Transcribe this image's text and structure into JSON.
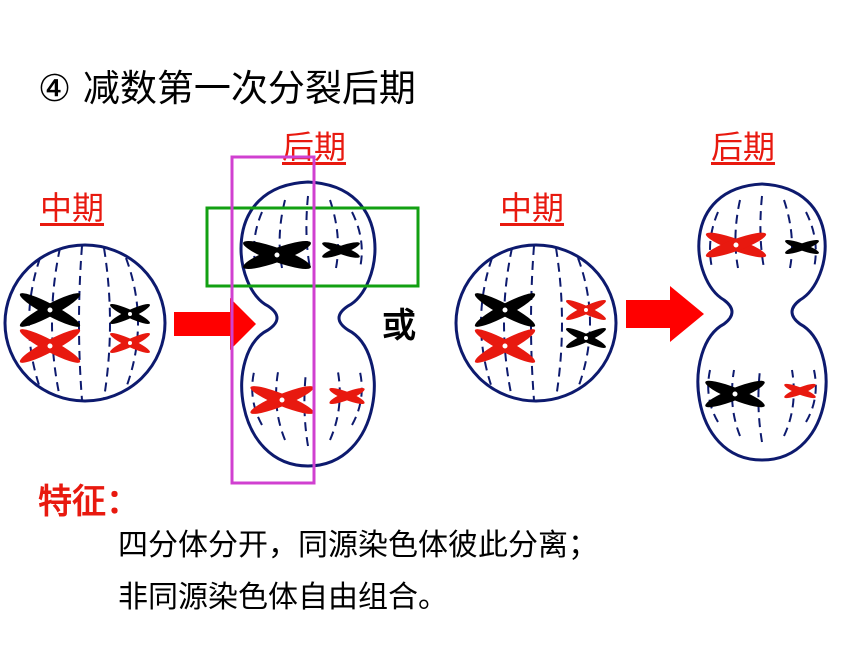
{
  "title": "④ 减数第一次分裂后期",
  "labels": {
    "metaphase_left": "中期",
    "anaphase_left": "后期",
    "metaphase_right": "中期",
    "anaphase_right": "后期",
    "or": "或"
  },
  "features": {
    "label": "特征：",
    "line1": "四分体分开，同源染色体彼此分离；",
    "line2": "非同源染色体自由组合。"
  },
  "colors": {
    "cell_outline": "#0d1a6e",
    "chromosome_dark": "#000000",
    "chromosome_red": "#e8190f",
    "label_red": "#e8190f",
    "arrow": "#ff0000",
    "green_box": "#12a012",
    "magenta_box": "#d040d0"
  }
}
